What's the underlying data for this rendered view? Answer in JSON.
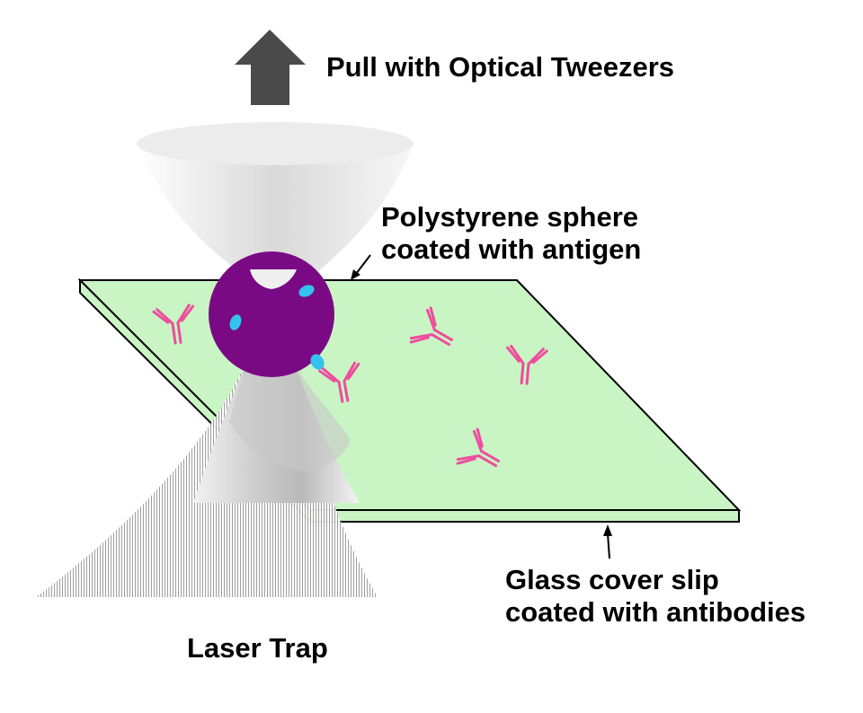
{
  "labels": {
    "pull": "Pull with Optical Tweezers",
    "sphere_line1": "Polystyrene sphere",
    "sphere_line2": "coated with antigen",
    "glass_line1": "Glass cover slip",
    "glass_line2": "coated with antibodies",
    "laser": "Laser Trap"
  },
  "colors": {
    "cover_slip": "#c9f5c4",
    "cover_slip_edge": "#000000",
    "sphere": "#7a0a84",
    "antigen": "#33c3ee",
    "antibody": "#ee4d9d",
    "arrow": "#4a4a4a",
    "beam": "#d6d6d6"
  },
  "icons": {
    "arrow": "up-arrow-icon",
    "antibody": "y-antibody-icon"
  }
}
